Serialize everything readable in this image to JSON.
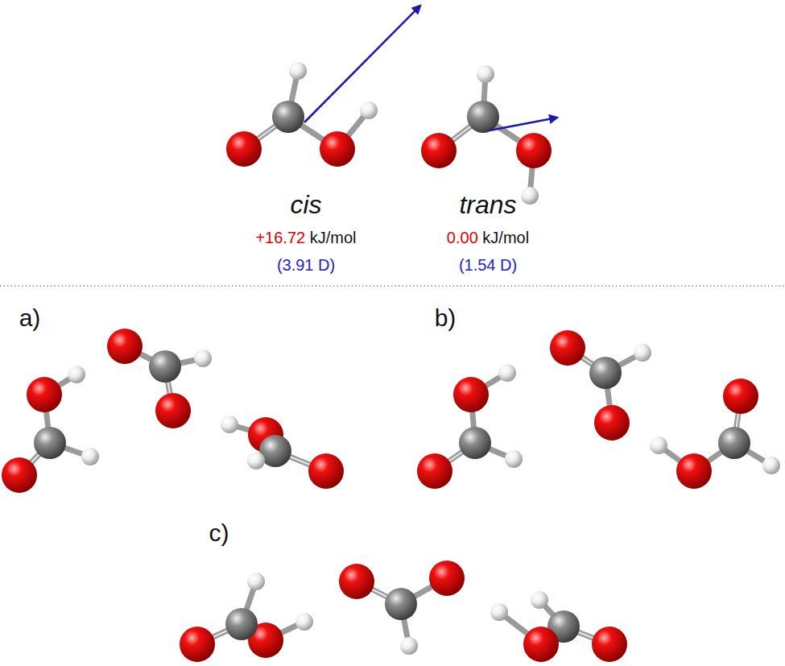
{
  "diagram": {
    "labels": [
      "cis",
      "+16.72",
      "kJ/mol",
      "(3.91 D)",
      "trans",
      "0.00",
      "kJ/mol",
      "(1.54 D)",
      "a)",
      "b)",
      "c)"
    ]
  }
}
